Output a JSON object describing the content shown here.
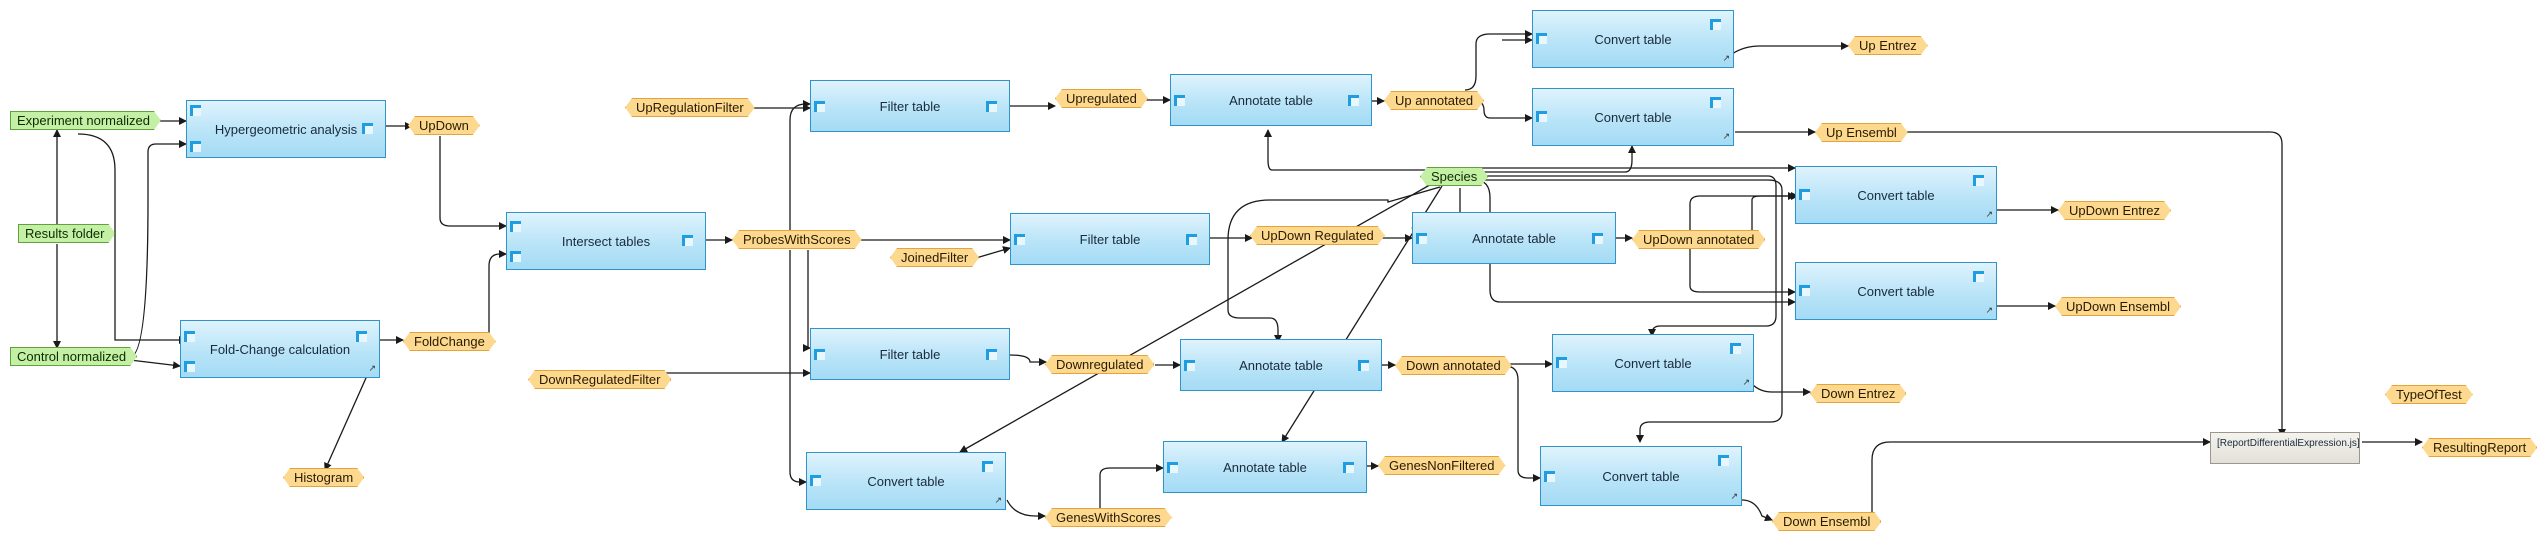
{
  "workflow": {
    "processes": {
      "hypergeometric": "Hypergeometric analysis",
      "fold_change": "Fold-Change calculation",
      "intersect": "Intersect tables",
      "filter_up": "Filter table",
      "filter_joined": "Filter table",
      "filter_down": "Filter table",
      "convert_scores": "Convert table",
      "annotate_up": "Annotate table",
      "annotate_updown": "Annotate table",
      "annotate_down": "Annotate table",
      "annotate_genes": "Annotate table",
      "convert_up_entrez": "Convert table",
      "convert_up_ensembl": "Convert table",
      "convert_updown_entrez": "Convert table",
      "convert_updown_ensembl": "Convert table",
      "convert_down_entrez": "Convert table",
      "convert_down_ensembl": "Convert table",
      "report": "[ReportDifferentialExpression.js]"
    },
    "inputs": {
      "experiment_normalized": "Experiment normalized",
      "results_folder": "Results folder",
      "control_normalized": "Control normalized",
      "species": "Species"
    },
    "parameters": {
      "up_regulation_filter": "UpRegulationFilter",
      "joined_filter": "JoinedFilter",
      "down_regulated_filter": "DownRegulatedFilter",
      "type_of_test": "TypeOfTest"
    },
    "outputs": {
      "updown": "UpDown",
      "fold_change": "FoldChange",
      "histogram": "Histogram",
      "probes_with_scores": "ProbesWithScores",
      "upregulated": "Upregulated",
      "downregulated": "Downregulated",
      "updown_regulated": "UpDown Regulated",
      "genes_with_scores": "GenesWithScores",
      "up_annotated": "Up annotated",
      "updown_annotated": "UpDown annotated",
      "down_annotated": "Down annotated",
      "genes_non_filtered": "GenesNonFiltered",
      "up_entrez": "Up Entrez",
      "up_ensembl": "Up Ensembl",
      "updown_entrez": "UpDown Entrez",
      "updown_ensembl": "UpDown Ensembl",
      "down_entrez": "Down Entrez",
      "down_ensembl": "Down Ensembl",
      "resulting_report": "ResultingReport"
    }
  },
  "icons": {
    "port": "port-square-icon",
    "link": "script-link-icon"
  },
  "colors": {
    "process_fill": "#b9e4f8",
    "process_border": "#2f95c8",
    "port": "#1e9ee0",
    "variable_fill": "#fcd98f",
    "variable_border": "#e5a33c",
    "input_fill": "#c4f0a6",
    "input_border": "#5fa33a",
    "edge": "#1a1a1a"
  }
}
